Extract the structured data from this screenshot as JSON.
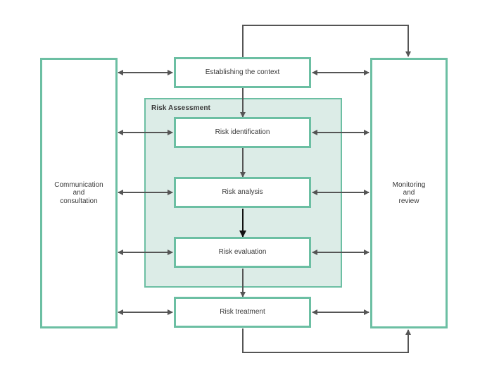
{
  "diagram": {
    "title": "",
    "group": {
      "label": "Risk Assessment"
    },
    "steps": [
      {
        "label": "Establishing the context"
      },
      {
        "label": "Risk identification"
      },
      {
        "label": "Risk analysis"
      },
      {
        "label": "Risk evaluation"
      },
      {
        "label": "Risk treatment"
      }
    ],
    "left_panel": {
      "label": "Communication\nand\nconsultation"
    },
    "right_panel": {
      "label": "Monitoring\nand\nreview"
    }
  },
  "colors": {
    "box_border": "#6cbfa3",
    "group_fill": "#dcece7",
    "arrow": "#555555",
    "text": "#3a3a3a"
  }
}
